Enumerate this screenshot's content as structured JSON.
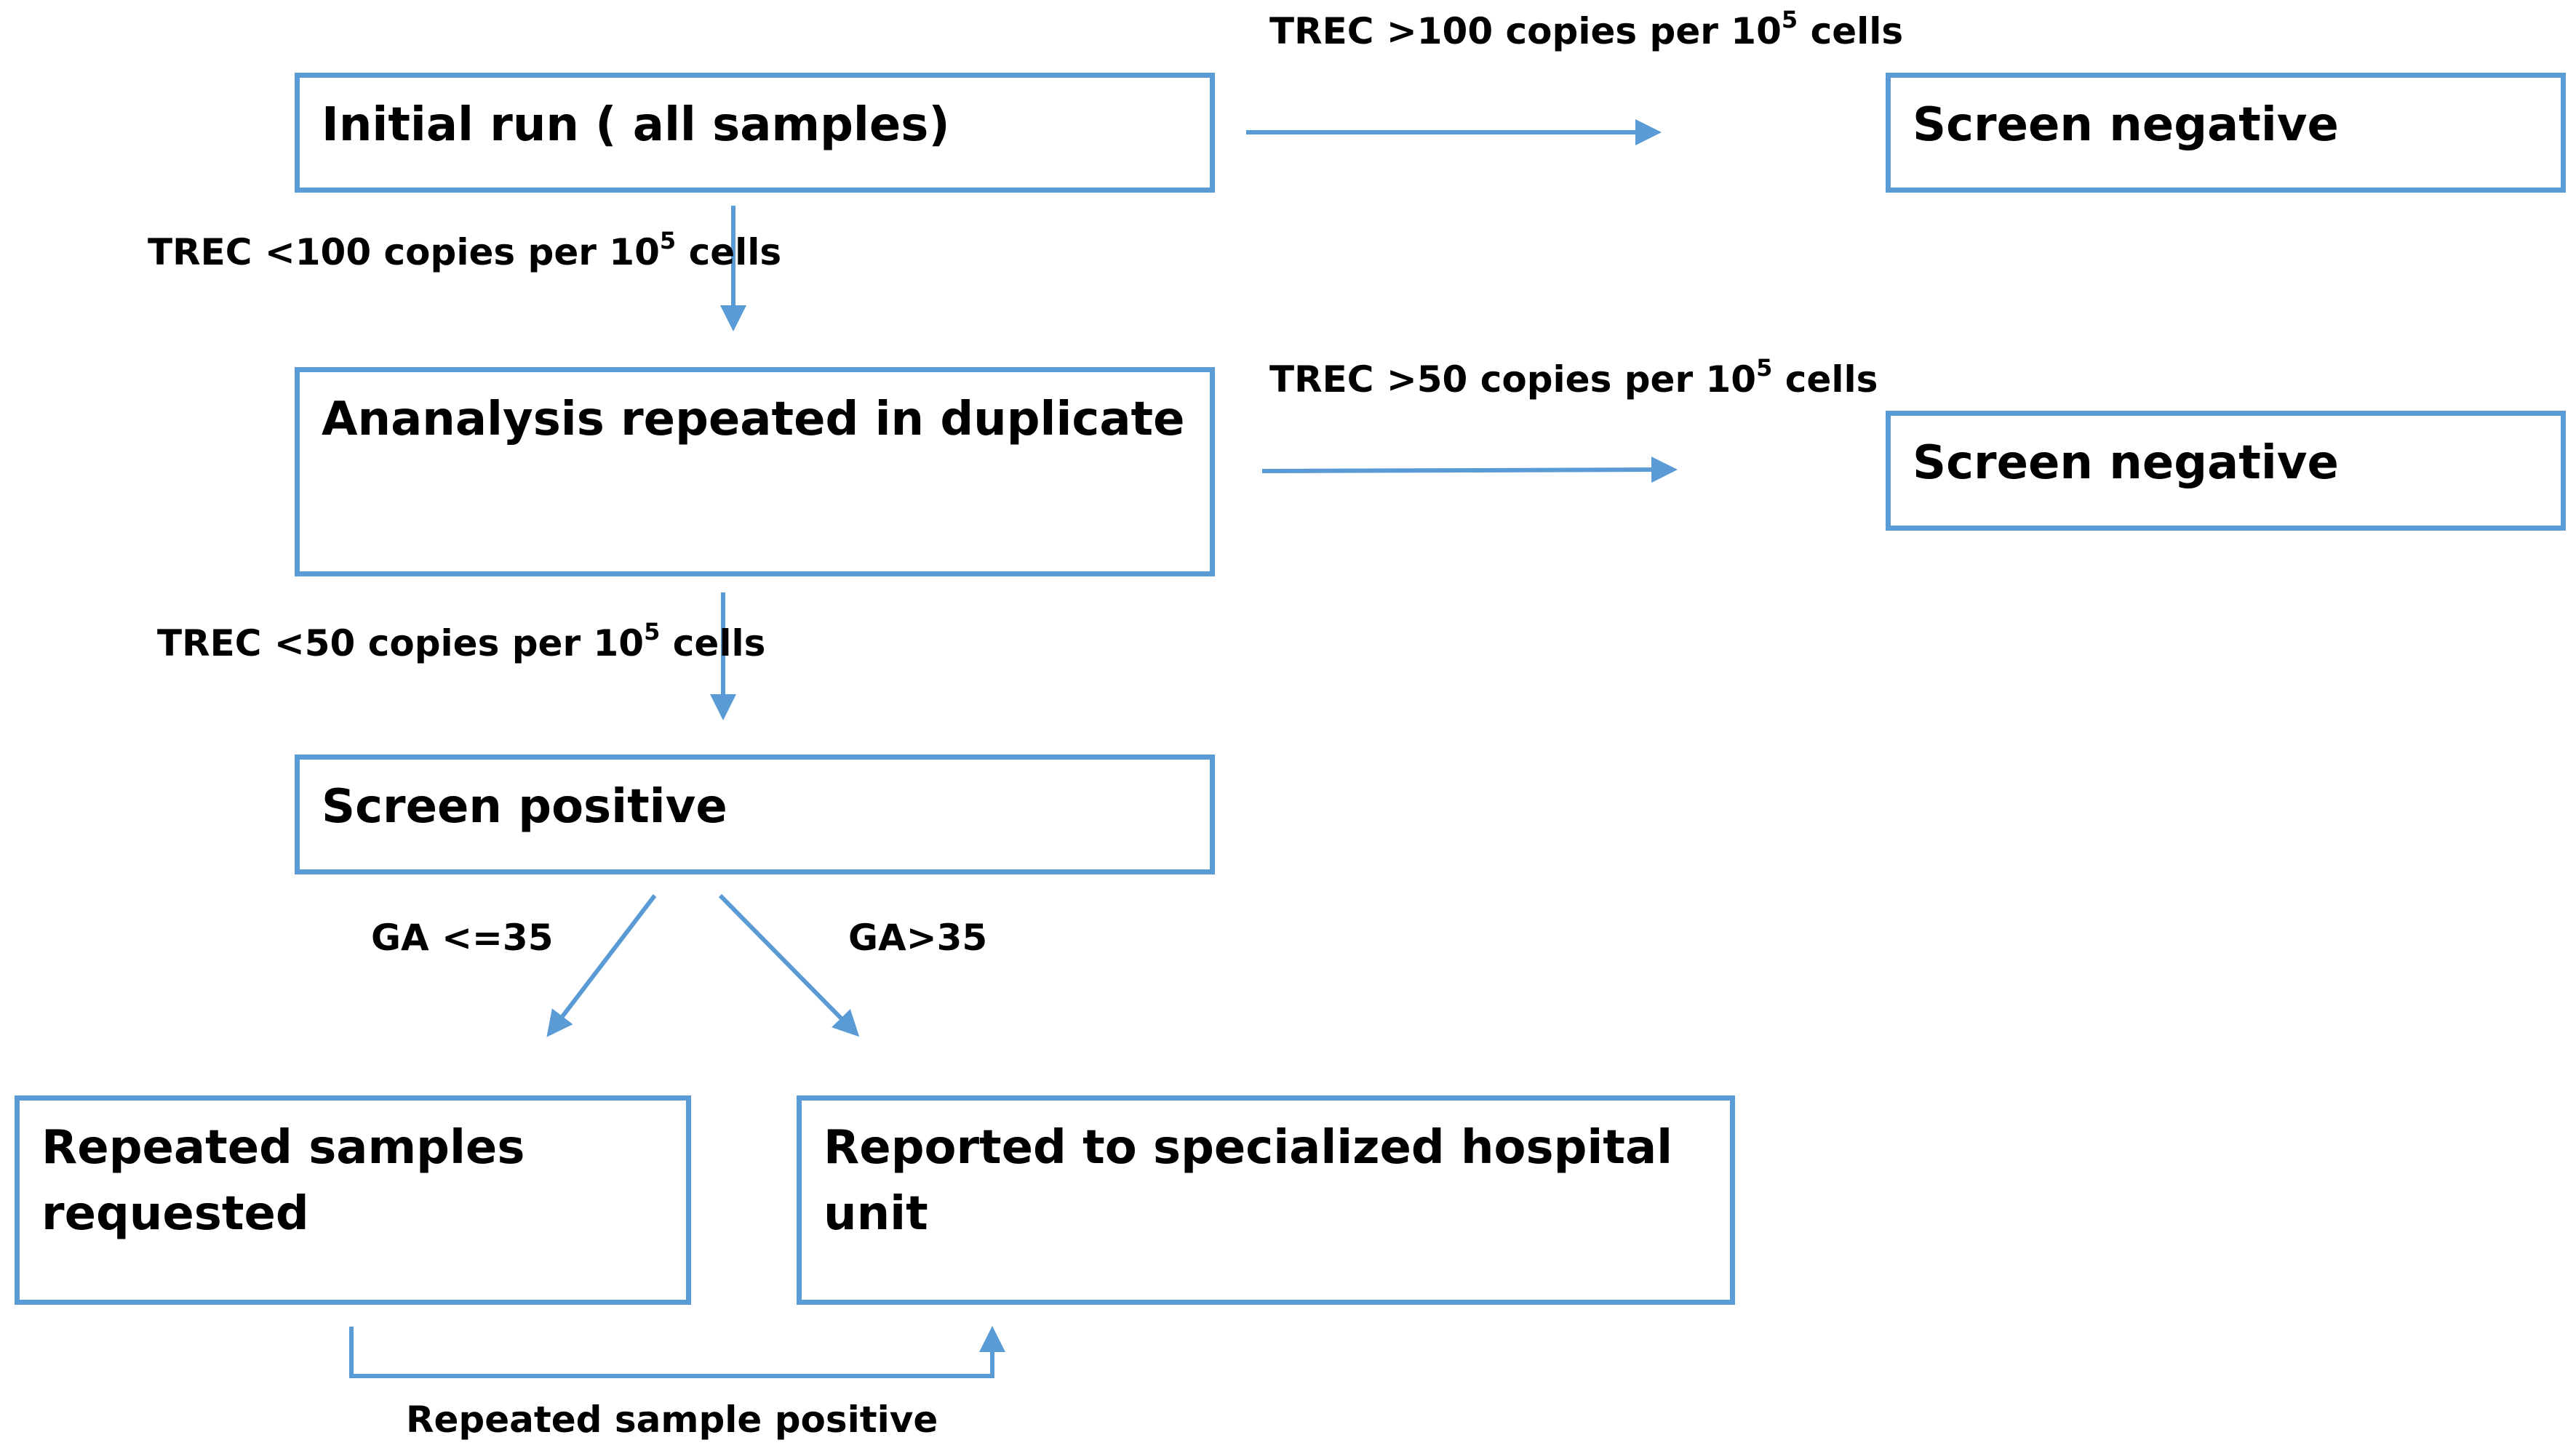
{
  "colors": {
    "accent": "#5b9bd5"
  },
  "boxes": {
    "initial_run": "Initial run ( all samples)",
    "screen_negative_1": "Screen negative",
    "analysis_repeated": "Ananalysis repeated in duplicate",
    "screen_negative_2": "Screen negative",
    "screen_positive": "Screen positive",
    "repeated_samples": "Repeated samples requested",
    "reported_hospital": "Reported to specialized hospital unit"
  },
  "labels": {
    "trec_gt_100": {
      "prefix": "TREC >100 copies per 10",
      "exponent": "5",
      "suffix": " cells"
    },
    "trec_lt_100": {
      "prefix": "TREC <100 copies per 10",
      "exponent": "5",
      "suffix": " cells"
    },
    "trec_gt_50": {
      "prefix": "TREC >50 copies per 10",
      "exponent": "5",
      "suffix": " cells"
    },
    "trec_lt_50": {
      "prefix": "TREC <50 copies per 10",
      "exponent": "5",
      "suffix": " cells"
    },
    "ga_le_35": "GA <=35",
    "ga_gt_35": "GA>35",
    "repeated_positive": "Repeated sample positive"
  }
}
